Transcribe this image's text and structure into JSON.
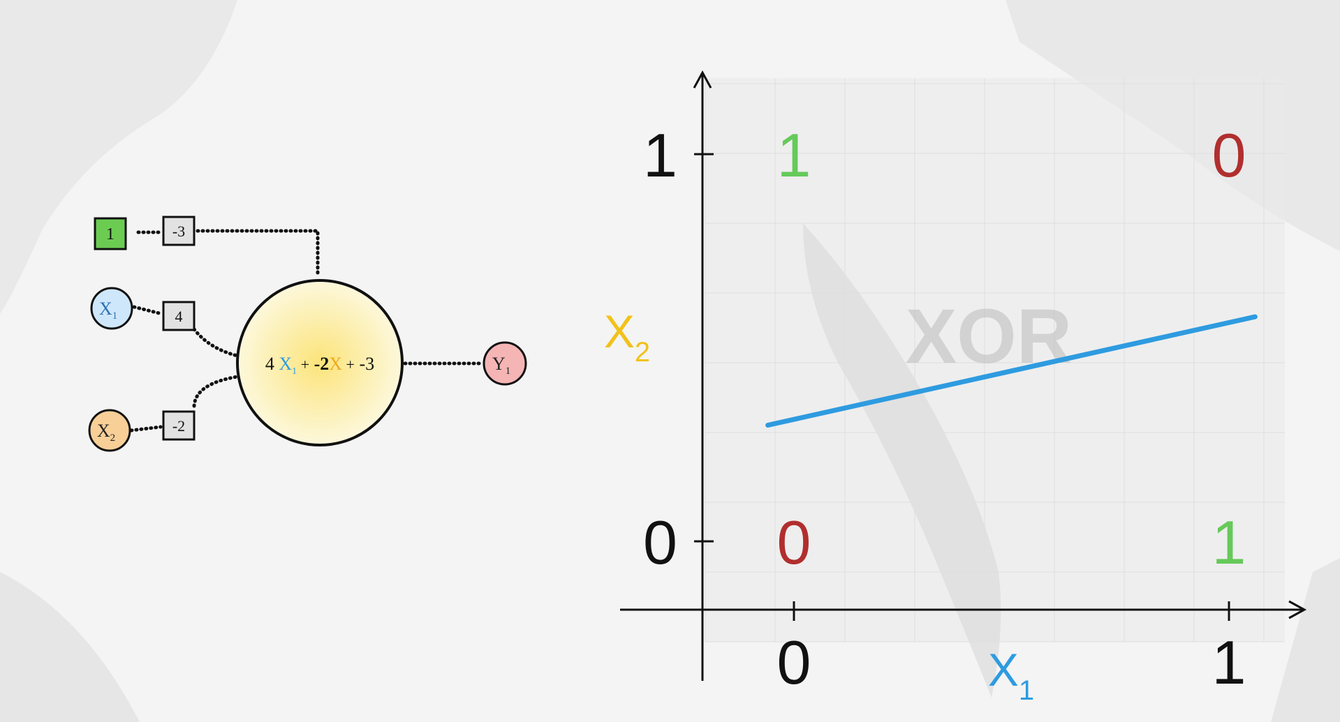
{
  "colors": {
    "x1": "#2e9be0",
    "x2": "#f1c21b",
    "label_one": "#66c95a",
    "label_zero": "#b12e2e",
    "bias_node": "#6ccc52",
    "x1_node": "#cfe7fb",
    "x2_node": "#f7cf97",
    "y1_node": "#f5b5b5",
    "neuron_fill": "#fbe883",
    "decision_line": "#2e9be0"
  },
  "network": {
    "bias_input": "1",
    "x1_input": "X",
    "x1_sub": "1",
    "x2_input": "X",
    "x2_sub": "2",
    "output": "Y",
    "output_sub": "1",
    "weight_bias": "-3",
    "weight_x1": "4",
    "weight_x2": "-2",
    "neuron_eq": {
      "coef1": "4",
      "var1": "X",
      "var1_sub": "1",
      "op1": "+",
      "coef2": "-2",
      "var2": "X",
      "op2": "+",
      "const": "-3"
    }
  },
  "plot": {
    "watermark": "XOR",
    "x_label": "X",
    "x_label_sub": "1",
    "y_label": "X",
    "y_label_sub": "2",
    "x_ticks": [
      "0",
      "1"
    ],
    "y_ticks": [
      "0",
      "1"
    ]
  },
  "chart_data": {
    "type": "scatter",
    "title": "XOR",
    "xlabel": "X1",
    "ylabel": "X2",
    "xlim": [
      -0.2,
      1.15
    ],
    "ylim": [
      -0.18,
      1.2
    ],
    "points": [
      {
        "x": 0,
        "y": 0,
        "label": "0",
        "class": "zero"
      },
      {
        "x": 0,
        "y": 1,
        "label": "1",
        "class": "one"
      },
      {
        "x": 1,
        "y": 0,
        "label": "1",
        "class": "one"
      },
      {
        "x": 1,
        "y": 1,
        "label": "0",
        "class": "zero"
      }
    ],
    "decision_line": {
      "x": [
        -0.06,
        1.06
      ],
      "y": [
        0.3,
        0.58
      ]
    }
  }
}
